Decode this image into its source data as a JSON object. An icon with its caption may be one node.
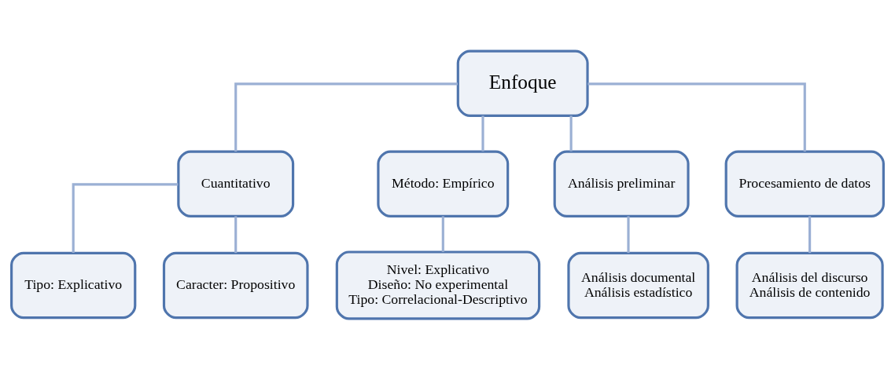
{
  "diagram": {
    "nodes": [
      {
        "text": [
          "Enfoque"
        ]
      },
      {
        "text": [
          "Cuantitativo"
        ]
      },
      {
        "text": [
          "Método: Empírico"
        ]
      },
      {
        "text": [
          "Análisis preliminar"
        ]
      },
      {
        "text": [
          "Procesamiento de datos"
        ]
      },
      {
        "text": [
          "Tipo: Explicativo"
        ]
      },
      {
        "text": [
          "Caracter: Propositivo"
        ]
      },
      {
        "text": [
          "Nivel: Explicativo",
          "Diseño: No experimental",
          "Tipo: Correlacional-Descriptivo"
        ]
      },
      {
        "text": [
          "Análisis documental",
          "Análisis estadístico"
        ]
      },
      {
        "text": [
          "Análisis del discurso",
          "Análisis de contenido"
        ]
      }
    ],
    "edges": [
      {
        "from": 0,
        "to": 1,
        "arrow": "none"
      },
      {
        "from": 0,
        "to": 2,
        "arrow": "none"
      },
      {
        "from": 0,
        "to": 3,
        "arrow": "none"
      },
      {
        "from": 0,
        "to": 4,
        "arrow": "none"
      },
      {
        "from": 1,
        "to": 5,
        "arrow": "none"
      },
      {
        "from": 1,
        "to": 6,
        "arrow": "none"
      },
      {
        "from": 2,
        "to": 7,
        "arrow": "none"
      },
      {
        "from": 3,
        "to": 8,
        "arrow": "none"
      },
      {
        "from": 4,
        "to": 9,
        "arrow": "none"
      }
    ]
  }
}
